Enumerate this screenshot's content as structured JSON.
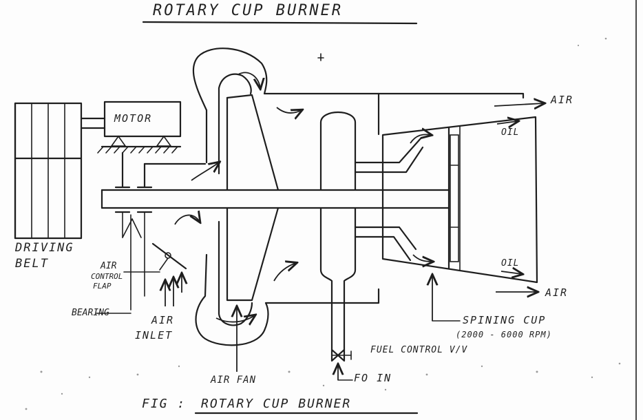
{
  "title": "ROTARY CUP BURNER",
  "caption": {
    "prefix": "FIG :",
    "text": "ROTARY CUP BURNER"
  },
  "labels": {
    "motor": "MOTOR",
    "driving_belt_1": "DRIVING",
    "driving_belt_2": "BELT",
    "air_control_flap_1": "AIR",
    "air_control_flap_2": "CONTROL",
    "air_control_flap_3": "FLAP",
    "bearing": "BEARING",
    "air_inlet_1": "AIR",
    "air_inlet_2": "INLET",
    "air_fan": "AIR FAN",
    "fo_in": "FO IN",
    "fuel_control": "FUEL CONTROL V/V",
    "spinning_cup": "SPINING CUP",
    "spinning_cup_speed": "(2000 - 6000 RPM)",
    "air_top": "AIR",
    "air_bottom": "AIR",
    "oil_top": "OIL",
    "oil_bottom": "OIL"
  }
}
